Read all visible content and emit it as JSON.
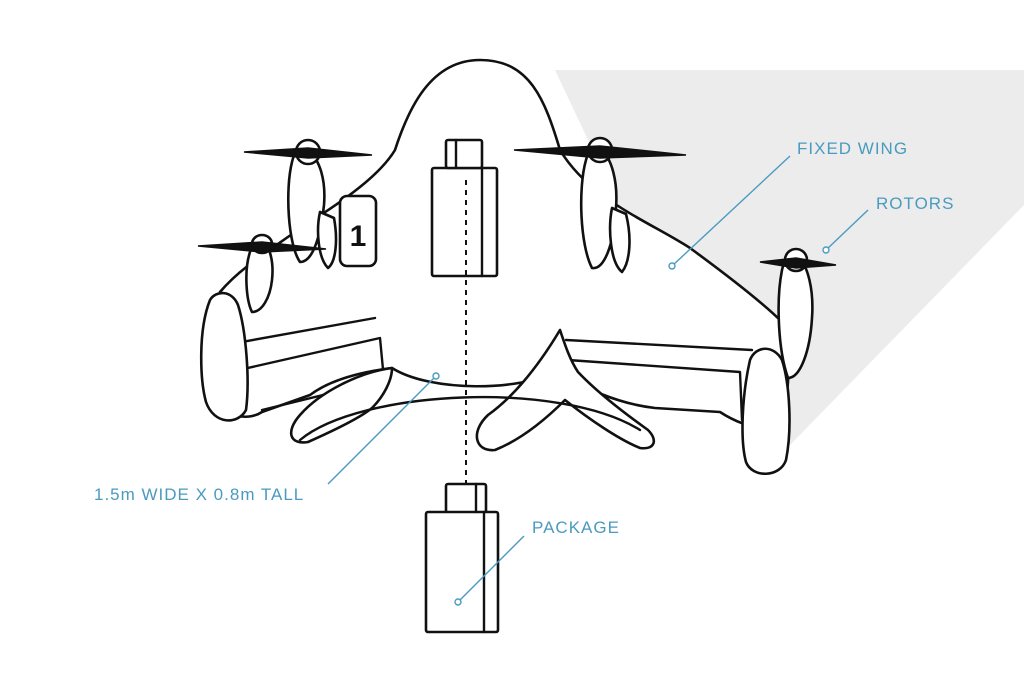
{
  "labels": {
    "fixed_wing": "FIXED WING",
    "rotors": "ROTORS",
    "dimensions": "1.5m WIDE X 0.8m TALL",
    "package": "PACKAGE"
  },
  "fuselage_number": "1",
  "colors": {
    "callout": "#4a9bbf",
    "ink": "#111111",
    "shadow": "#ececec",
    "background": "#ffffff"
  }
}
